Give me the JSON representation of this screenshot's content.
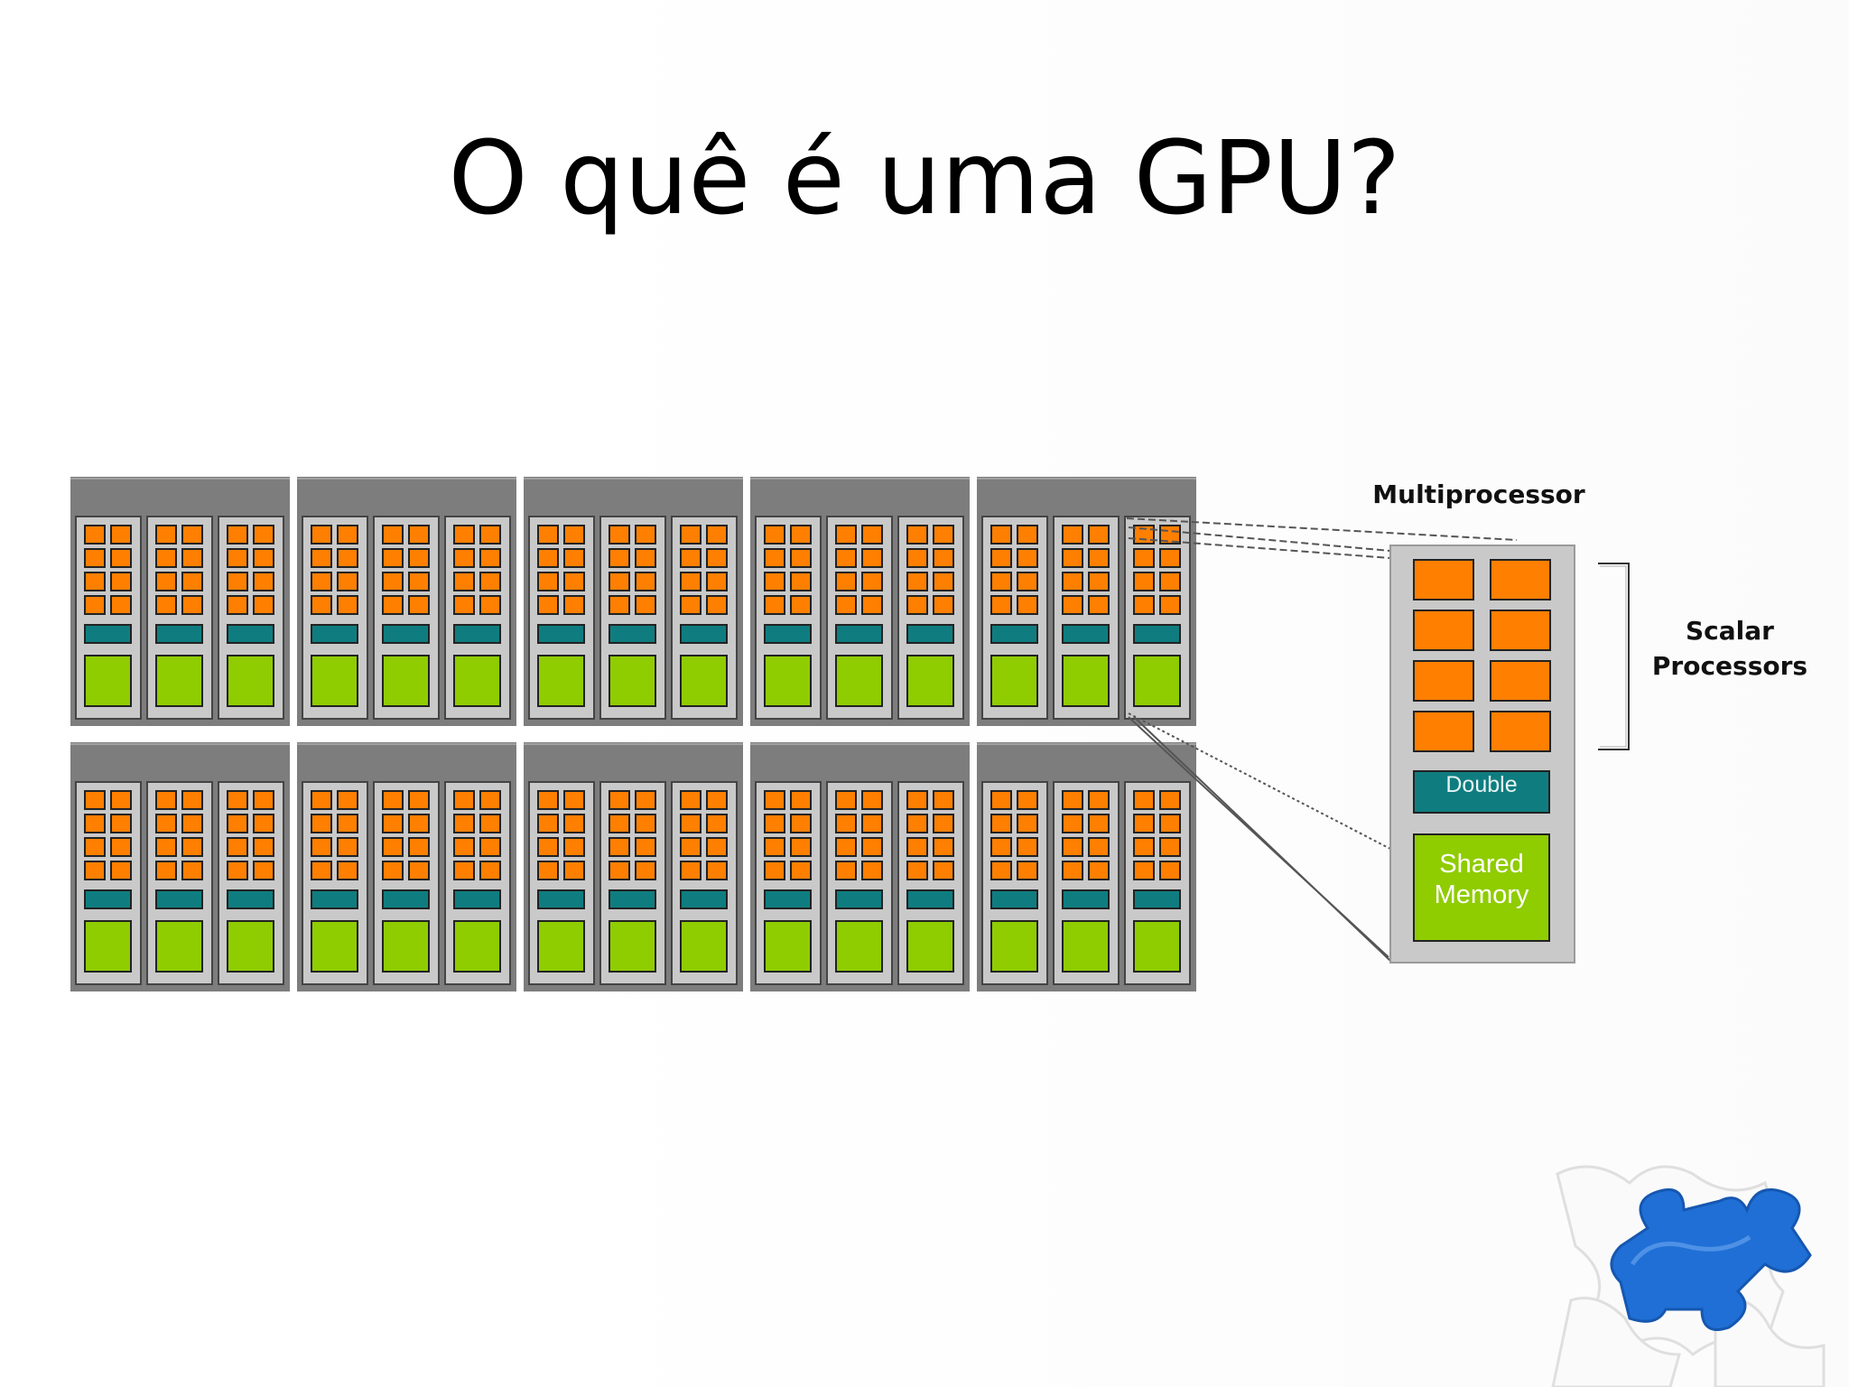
{
  "slide": {
    "title": "O quê é uma GPU?"
  },
  "diagram": {
    "detail_title": "Multiprocessor",
    "scalar_label_line1": "Scalar",
    "scalar_label_line2": "Processors",
    "double_label": "Double",
    "shared_line1": "Shared",
    "shared_line2": "Memory",
    "grid_rows": 2,
    "grid_cols": 5,
    "multiprocessors_per_block": 3,
    "scalar_processors_per_multiprocessor": 8,
    "colors": {
      "block_bg": "#7d7d7d",
      "mp_bg": "#c9c9c9",
      "scalar": "#ff7f00",
      "double": "#0f7d80",
      "shared": "#8fcc00",
      "outline": "#222222"
    }
  },
  "decoration": {
    "corner_image": "puzzle-piece-icon"
  }
}
